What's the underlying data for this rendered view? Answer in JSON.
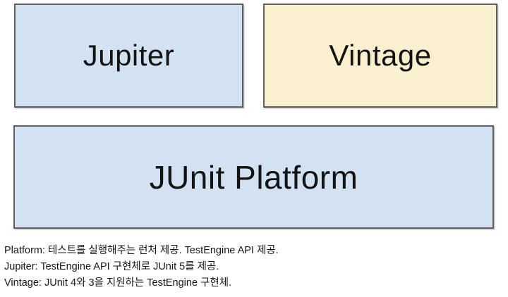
{
  "diagram": {
    "jupiter": {
      "label": "Jupiter",
      "fill": "#d2e2f2"
    },
    "vintage": {
      "label": "Vintage",
      "fill": "#faf0cf"
    },
    "platform": {
      "label": "JUnit Platform",
      "fill": "#d2e2f2"
    },
    "border_color": "#616161",
    "text_color": "#141414"
  },
  "notes": {
    "lines": [
      "Platform: 테스트를 실행해주는 런처 제공. TestEngine API 제공.",
      "Jupiter: TestEngine API 구현체로 JUnit 5를 제공.",
      "Vintage: JUnit 4와 3을 지원하는 TestEngine 구현체."
    ]
  }
}
